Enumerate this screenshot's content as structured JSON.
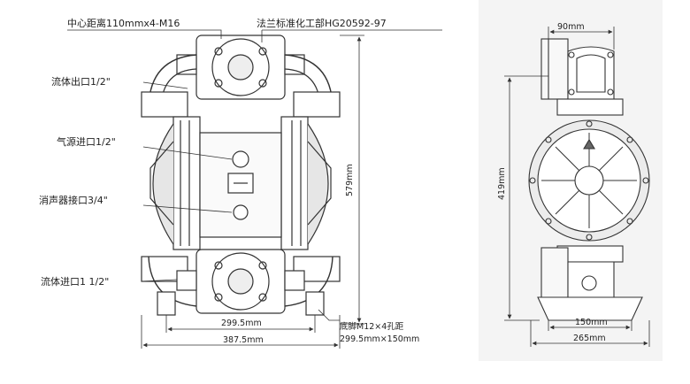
{
  "labels": {
    "center_distance": "中心距离110mmx4-M16",
    "flange_standard": "法兰标准化工部HG20592-97",
    "fluid_outlet": "流体出口1/2\"",
    "air_inlet": "气源进口1/2\"",
    "muffler_port": "消声器接口3/4\"",
    "fluid_inlet": "流体进口1 1/2\"",
    "foot_holes": "底脚M12×4孔距",
    "foot_spacing": "299.5mm×150mm"
  },
  "dimensions": {
    "front_height": "579mm",
    "foot_width": "299.5mm",
    "overall_width": "387.5mm",
    "side_top_flange": "90mm",
    "side_height": "419mm",
    "side_base_inner": "150mm",
    "side_base_outer": "265mm"
  },
  "colors": {
    "line": "#333333",
    "body_shade": "#d9d9d9",
    "panel_bg": "#f4f4f4"
  }
}
